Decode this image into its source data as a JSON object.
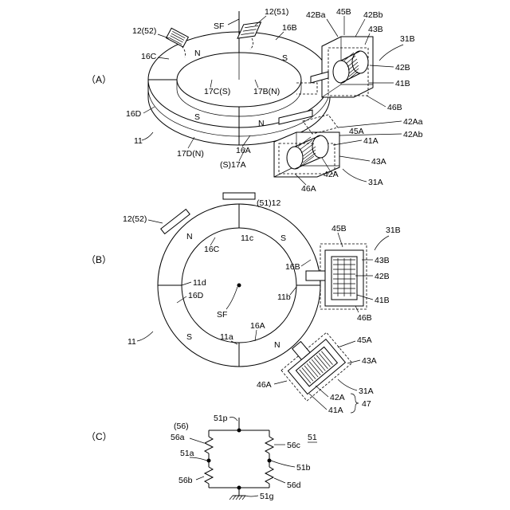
{
  "panels": {
    "a": "（A）",
    "b": "（B）",
    "c": "（C）"
  },
  "fig_a": {
    "sf": "SF",
    "s12_52": "12(52)",
    "s12_51": "12(51)",
    "r16b": "16B",
    "r16c": "16C",
    "r16d": "16D",
    "r16a": "16A",
    "r17c": "17C(S)",
    "r17b": "17B(N)",
    "r17d": "17D(N)",
    "r17a": "(S)17A",
    "ring11": "11",
    "n1": "N",
    "s1": "S",
    "s2": "S",
    "n2": "N",
    "c42ba": "42Ba",
    "c45b": "45B",
    "c42bb": "42Bb",
    "c43b": "43B",
    "c31b": "31B",
    "c42b": "42B",
    "c41b": "41B",
    "c46b": "46B",
    "c42aa": "42Aa",
    "c42ab": "42Ab",
    "c45a": "45A",
    "c41a": "41A",
    "c43a": "43A",
    "c42a": "42A",
    "c31a": "31A",
    "c46a": "46A"
  },
  "fig_b": {
    "s51_12": "(51)12",
    "s12_52": "12(52)",
    "c31b": "31B",
    "c45b": "45B",
    "c43b": "43B",
    "c42b": "42B",
    "c41b": "41B",
    "c46b": "46B",
    "p11c": "11c",
    "r16c": "16C",
    "r16b": "16B",
    "p11d": "11d",
    "r16d": "16D",
    "p11b": "11b",
    "sf": "SF",
    "r16a": "16A",
    "p11a": "11a",
    "ring11": "11",
    "n1": "N",
    "s1": "S",
    "s2": "S",
    "n2": "N",
    "c45a": "45A",
    "c43a": "43A",
    "c46a": "46A",
    "c31a": "31A",
    "c42a": "42A",
    "c41a": "41A",
    "c47": "47"
  },
  "fig_c": {
    "p51p": "51p",
    "g56": "(56)",
    "r56a": "56a",
    "p51a": "51a",
    "r56b": "56b",
    "r56c": "56c",
    "p51b": "51b",
    "r56d": "56d",
    "p51g": "51g",
    "c51": "51"
  }
}
